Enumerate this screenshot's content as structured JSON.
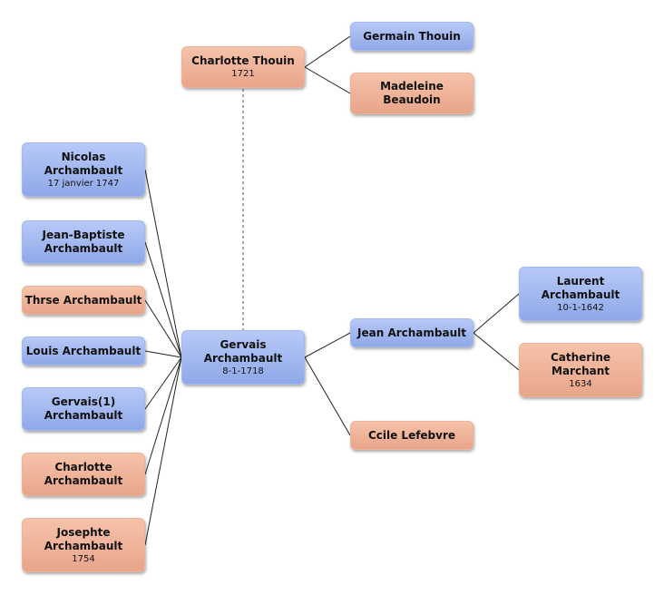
{
  "people": {
    "charlotte_thouin": {
      "name": "Charlotte Thouin",
      "date": "1721",
      "gender": "female"
    },
    "germain_thouin": {
      "name": "Germain Thouin",
      "date": "",
      "gender": "male"
    },
    "madeleine_beaudoin": {
      "name": "Madeleine Beaudoin",
      "date": "",
      "gender": "female"
    },
    "nicolas": {
      "name": "Nicolas Archambault",
      "date": "17 janvier 1747",
      "gender": "male"
    },
    "jean_baptiste": {
      "name": "Jean-Baptiste Archambault",
      "date": "",
      "gender": "male"
    },
    "thrse": {
      "name": "Thrse Archambault",
      "date": "",
      "gender": "female"
    },
    "louis": {
      "name": "Louis Archambault",
      "date": "",
      "gender": "male"
    },
    "gervais1": {
      "name": "Gervais(1) Archambault",
      "date": "",
      "gender": "male"
    },
    "charlotte_a": {
      "name": "Charlotte Archambault",
      "date": "",
      "gender": "female"
    },
    "josephte": {
      "name": "Josephte Archambault",
      "date": "1754",
      "gender": "female"
    },
    "gervais": {
      "name": "Gervais Archambault",
      "date": "8-1-1718",
      "gender": "male"
    },
    "jean": {
      "name": "Jean Archambault",
      "date": "",
      "gender": "male"
    },
    "ccile": {
      "name": "Ccile Lefebvre",
      "date": "",
      "gender": "female"
    },
    "laurent": {
      "name": "Laurent Archambault",
      "date": "10-1-1642",
      "gender": "male"
    },
    "catherine": {
      "name": "Catherine Marchant",
      "date": "1634",
      "gender": "female"
    }
  },
  "colors": {
    "male": "#9db3ee",
    "female": "#eeb094",
    "line": "#222222"
  }
}
